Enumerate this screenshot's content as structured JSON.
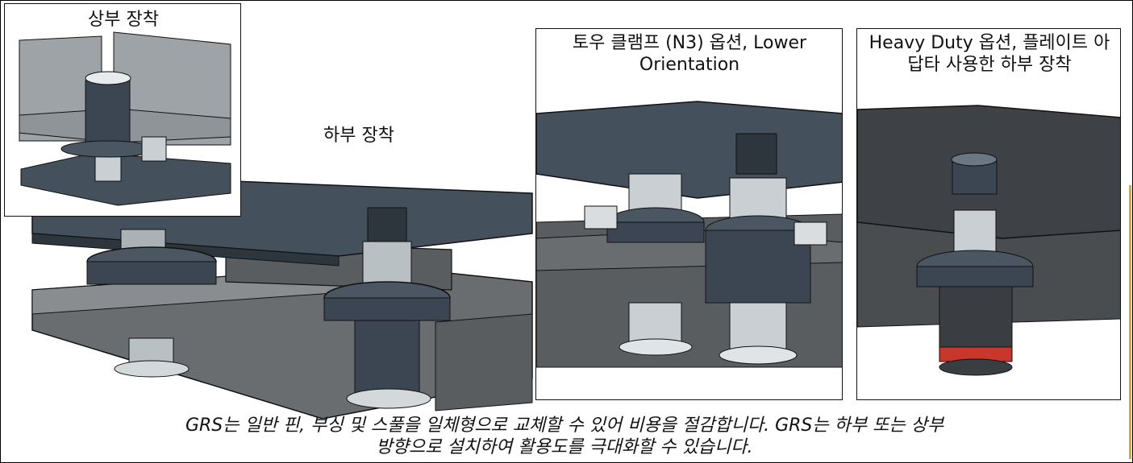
{
  "labels": {
    "top_mount": "상부 장착",
    "bottom_mount": "하부 장착",
    "toe_clamp": "토우 클램프 (N3) 옵션, Lower Orientation",
    "heavy_duty": "Heavy Duty 옵션, 플레이트 아답타 사용한 하부 장착"
  },
  "caption": {
    "line1": "GRS는 일반 핀, 부싱 및 스풀을 일체형으로 교체할 수 있어 비용을 절감합니다.  GRS는 하부 또는 상부",
    "line2": "방향으로 설치하여 활용도를 극대화할 수 있습니다."
  },
  "colors": {
    "steel_dark": "#3f4a56",
    "steel_mid": "#55606b",
    "gray_plate": "#6a6d70",
    "pin_light": "#c9cfd2",
    "red_band": "#c9362b"
  }
}
